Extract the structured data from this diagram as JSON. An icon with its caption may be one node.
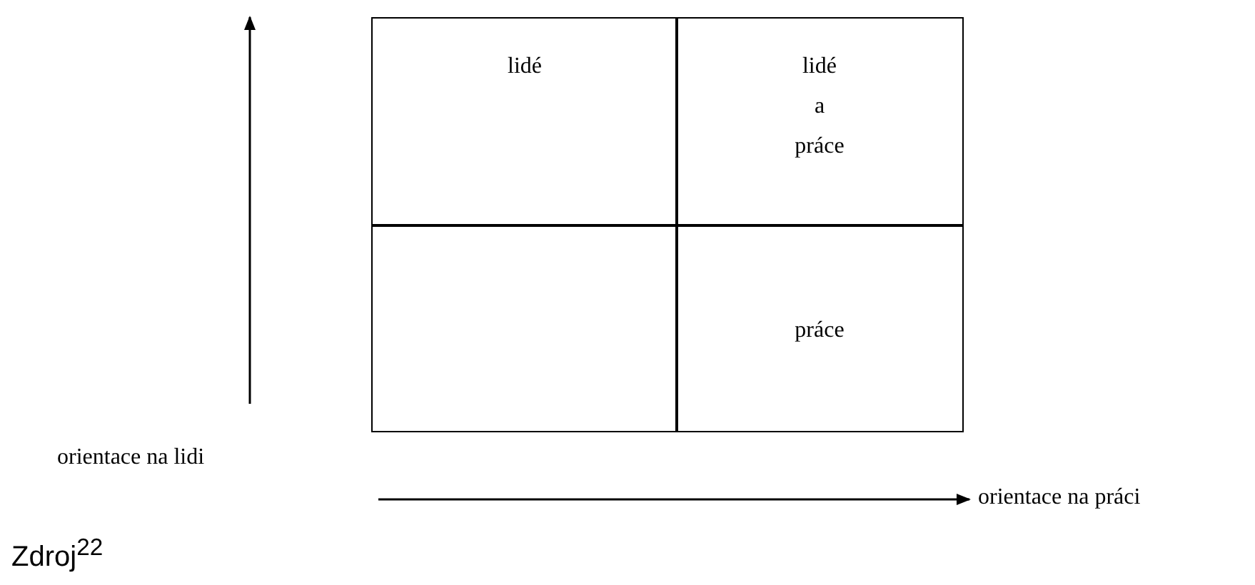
{
  "diagram": {
    "caption": "Zdroj$^{22}$",
    "nodes": [
      {
        "text": [
          "lidé"
        ]
      },
      {
        "text": [
          "lidé a práce"
        ]
      },
      {
        "text": [],
        "shape": "box"
      },
      {
        "text": [
          "práce"
        ]
      }
    ],
    "labels": [
      "orientace na lidi",
      "orientace na práci"
    ]
  }
}
